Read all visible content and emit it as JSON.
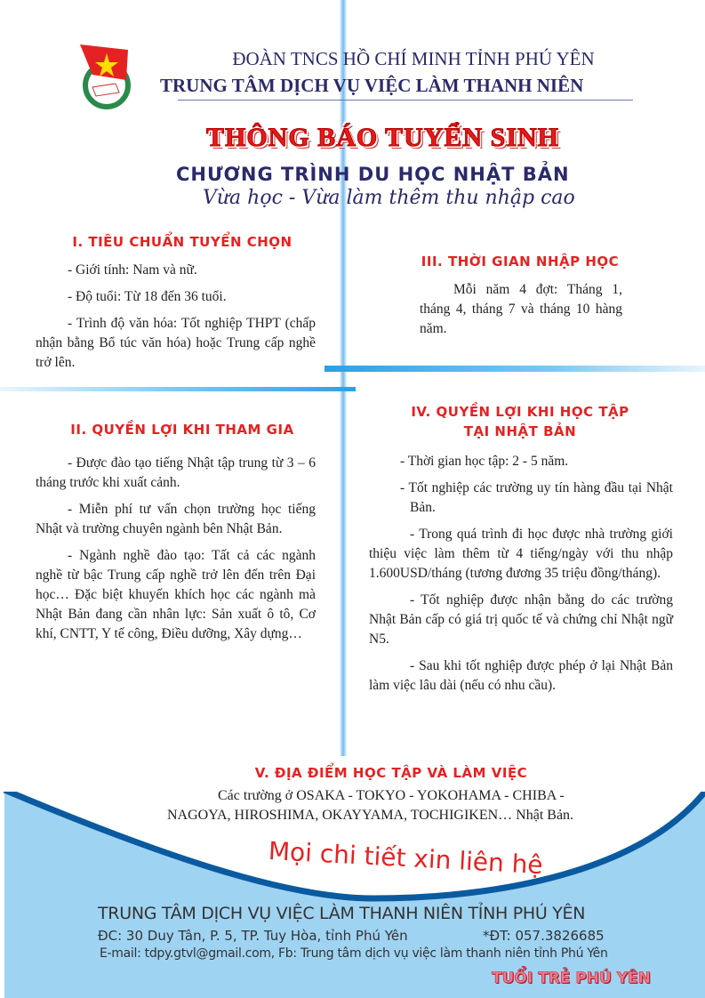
{
  "header": {
    "org": "ĐOÀN TNCS HỒ CHÍ MINH TỈNH PHÚ YÊN",
    "center": "TRUNG TÂM DỊCH VỤ VIỆC LÀM THANH NIÊN"
  },
  "title": "THÔNG BÁO TUYỂN SINH",
  "subtitle": "CHƯƠNG TRÌNH DU HỌC NHẬT BẢN",
  "slogan": "Vừa học - Vừa làm thêm thu nhập cao",
  "sections": {
    "s1": {
      "heading": "I. TIÊU CHUẨN TUYỂN CHỌN",
      "items": [
        "- Giới tính: Nam và nữ.",
        "- Độ tuổi: Từ 18 đến 36 tuổi.",
        "- Trình độ văn hóa: Tốt nghiệp THPT (chấp nhận bằng Bổ túc văn hóa) hoặc Trung cấp nghề trở lên."
      ]
    },
    "s2": {
      "heading": "II. QUYỀN LỢI KHI THAM GIA",
      "items": [
        "- Được đào tạo tiếng Nhật tập trung từ 3 – 6 tháng trước khi xuất cảnh.",
        "- Miễn phí tư vấn chọn trường học tiếng Nhật và trường chuyên ngành bên Nhật Bản.",
        "- Ngành nghề đào tạo: Tất cả các ngành nghề từ bậc Trung cấp nghề trở lên đến trên Đại học… Đặc biệt khuyến khích học các ngành mà Nhật Bản đang cần nhân lực: Sản xuất ô tô, Cơ khí, CNTT, Y tế công, Điều dưỡng, Xây dựng…"
      ]
    },
    "s3": {
      "heading": "III. THỜI GIAN NHẬP HỌC",
      "items": [
        "Mỗi năm 4 đợt: Tháng 1, tháng 4, tháng 7 và tháng 10 hàng năm."
      ]
    },
    "s4": {
      "heading1": "IV. QUYỀN LỢI KHI HỌC TẬP",
      "heading2": "TẠI NHẬT BẢN",
      "items": [
        "- Thời gian học tập: 2 - 5 năm.",
        "- Tốt nghiệp các trường uy tín hàng đầu tại Nhật Bản.",
        "- Trong quá trình đi học được nhà trường giới thiệu việc làm thêm từ 4 tiếng/ngày với thu nhập 1.600USD/tháng (tương đương 35 triệu đồng/tháng).",
        "- Tốt nghiệp được nhận bằng do các trường Nhật Bản cấp có giá trị quốc tế và chứng chỉ Nhật ngữ N5.",
        "- Sau khi tốt nghiệp được phép ở lại Nhật Bản làm việc lâu dài (nếu có nhu cầu)."
      ]
    },
    "s5": {
      "heading": "V. ĐỊA ĐIỂM HỌC TẬP VÀ LÀM VIỆC",
      "line1": "Các trường ở OSAKA - TOKYO - YOKOHAMA - CHIBA -",
      "line2": "NAGOYA, HIROSHIMA, OKAYYAMA, TOCHIGIKEN… Nhật Bản."
    }
  },
  "contact_call": "Mọi chi tiết xin liên hệ",
  "footer": {
    "name": "TRUNG TÂM DỊCH VỤ VIỆC LÀM THANH NIÊN TỈNH PHÚ YÊN",
    "address": "ĐC: 30 Duy Tân, P. 5, TP. Tuy Hòa, tỉnh Phú Yên",
    "phone": "*ĐT: 057.3826685",
    "email": "E-mail: tdpy.gtvl@gmail.com, Fb: Trung tâm dịch vụ việc làm thanh niên tỉnh Phú Yên",
    "brand": "TUỔI TRẺ PHÚ YÊN"
  },
  "colors": {
    "navy": "#2a2a6a",
    "red": "#e52222",
    "lightblue": "#9fd3f2",
    "darkblue": "#0a5aa0"
  }
}
